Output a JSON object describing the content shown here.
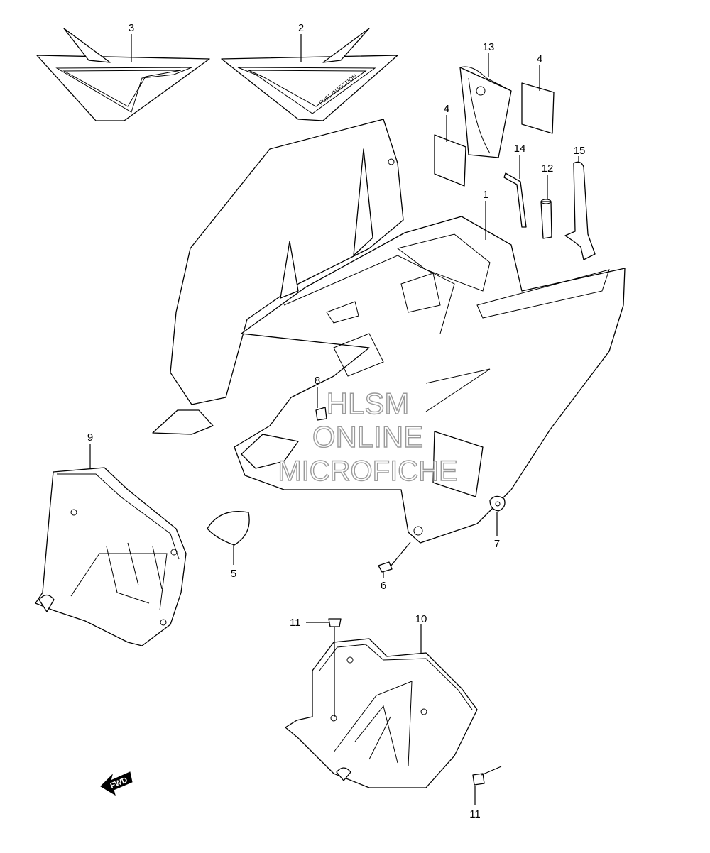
{
  "callouts": {
    "c1": "1",
    "c2": "2",
    "c3": "3",
    "c4a": "4",
    "c4b": "4",
    "c5": "5",
    "c6": "6",
    "c7": "7",
    "c8": "8",
    "c9": "9",
    "c10": "10",
    "c11a": "11",
    "c11b": "11",
    "c12": "12",
    "c13": "13",
    "c14": "14",
    "c15": "15"
  },
  "decal_text": "FUEL INJECTION",
  "watermark": {
    "line1": "HLSM",
    "line2": "ONLINE",
    "line3": "MICROFICHE",
    "color": "#9a9a9a"
  },
  "direction_arrow": {
    "label": "FWD"
  }
}
